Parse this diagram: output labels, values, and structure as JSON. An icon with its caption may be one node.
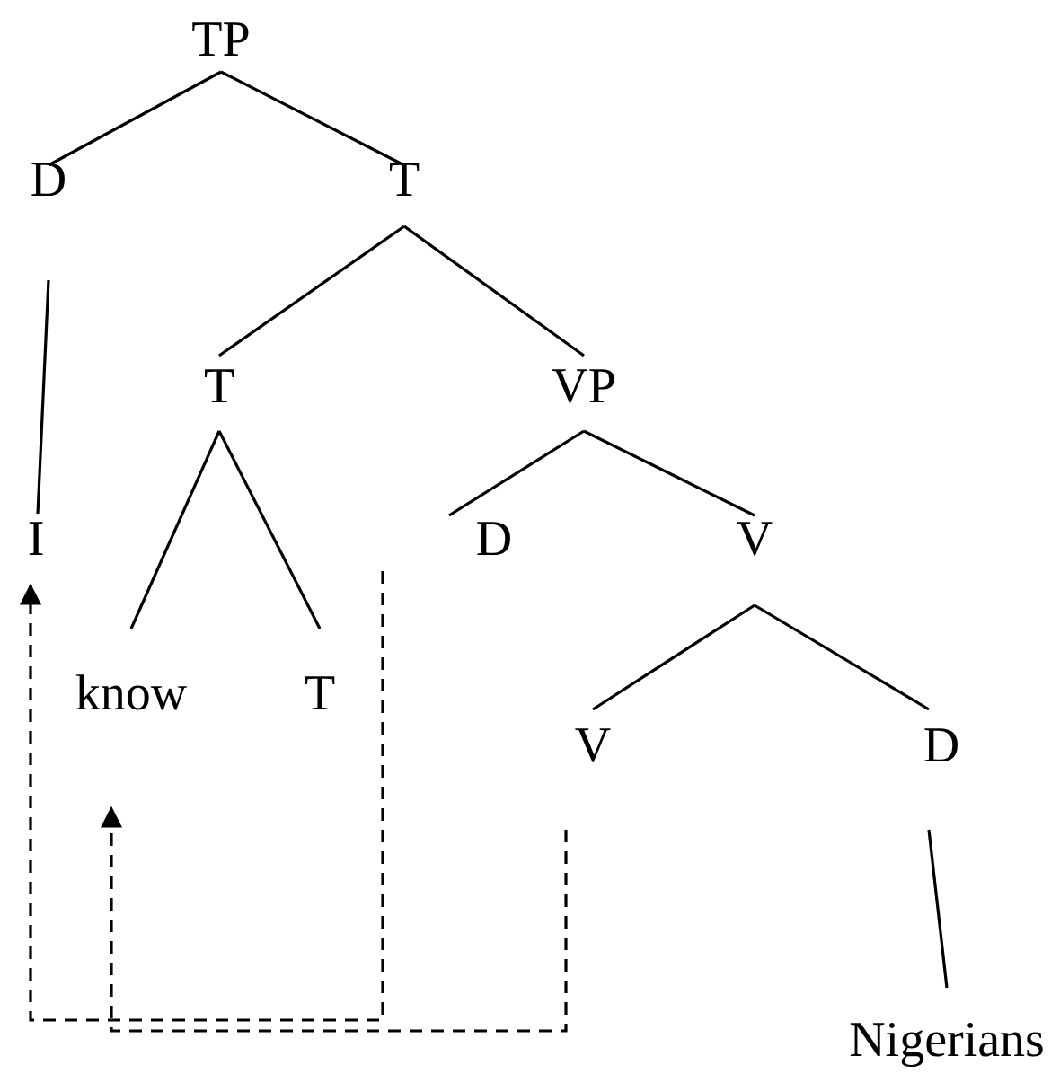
{
  "diagram": {
    "nodes": [
      {
        "text": [
          "TP"
        ]
      },
      {
        "text": [
          "D"
        ]
      },
      {
        "text": [
          "T"
        ]
      },
      {
        "text": [
          "I"
        ]
      },
      {
        "text": [
          "T"
        ]
      },
      {
        "text": [
          "VP"
        ]
      },
      {
        "text": [
          "know"
        ]
      },
      {
        "text": [
          "T"
        ]
      },
      {
        "text": [
          "D"
        ]
      },
      {
        "text": [
          "V"
        ]
      },
      {
        "text": [
          "V"
        ]
      },
      {
        "text": [
          "D"
        ]
      },
      {
        "text": [
          "Nigerians"
        ]
      }
    ],
    "edges": [
      {
        "from": 0,
        "to": 1,
        "arrow": "none"
      },
      {
        "from": 0,
        "to": 2,
        "arrow": "none"
      },
      {
        "from": 1,
        "to": 3,
        "arrow": "none"
      },
      {
        "from": 2,
        "to": 4,
        "arrow": "none"
      },
      {
        "from": 2,
        "to": 5,
        "arrow": "none"
      },
      {
        "from": 4,
        "to": 6,
        "arrow": "none"
      },
      {
        "from": 4,
        "to": 7,
        "arrow": "none"
      },
      {
        "from": 5,
        "to": 8,
        "arrow": "none"
      },
      {
        "from": 5,
        "to": 9,
        "arrow": "none"
      },
      {
        "from": 9,
        "to": 10,
        "arrow": "none"
      },
      {
        "from": 9,
        "to": 11,
        "arrow": "none"
      },
      {
        "from": 11,
        "to": 12,
        "arrow": "none"
      },
      {
        "from": 8,
        "to": 3,
        "arrow": "to",
        "style": "dashed"
      },
      {
        "from": 10,
        "to": 6,
        "arrow": "to",
        "style": "dashed"
      }
    ]
  }
}
